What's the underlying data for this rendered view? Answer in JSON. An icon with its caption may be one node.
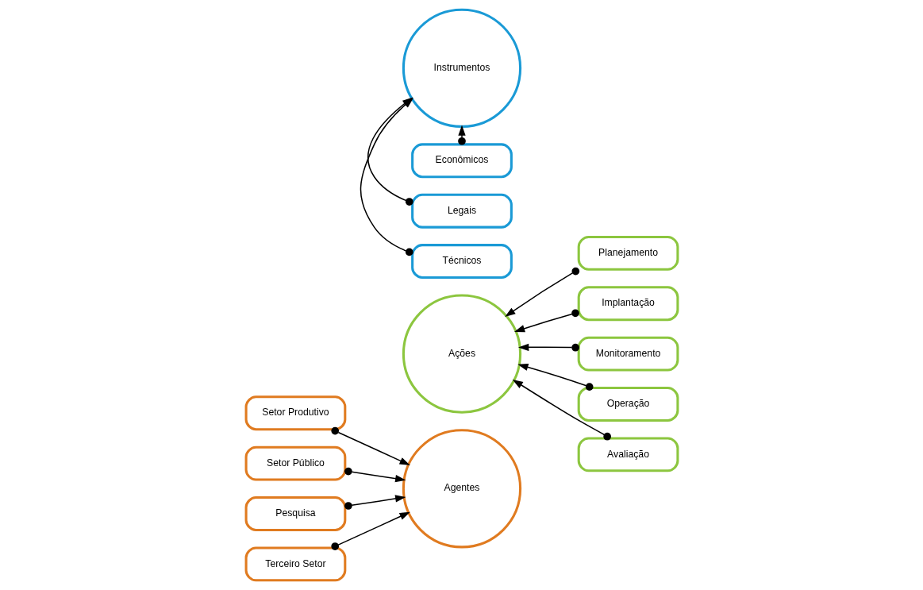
{
  "diagram": {
    "nodes": [
      {
        "text": [
          "Agentes"
        ]
      },
      {
        "text": [
          "Ações"
        ]
      },
      {
        "text": [
          "Instrumentos"
        ]
      },
      {
        "text": [
          "Setor Produtivo"
        ]
      },
      {
        "text": [
          "Setor Público"
        ]
      },
      {
        "text": [
          "Pesquisa"
        ]
      },
      {
        "text": [
          "Terceiro Setor"
        ]
      },
      {
        "text": [
          "Planejamento"
        ]
      },
      {
        "text": [
          "Implantação"
        ]
      },
      {
        "text": [
          "Monitoramento"
        ]
      },
      {
        "text": [
          "Operação"
        ]
      },
      {
        "text": [
          "Avaliação"
        ]
      },
      {
        "text": [
          "Econômicos"
        ]
      },
      {
        "text": [
          "Legais"
        ]
      },
      {
        "text": [
          "Técnicos"
        ]
      }
    ],
    "edges": [
      {
        "from": 3,
        "to": 0,
        "arrow": "to"
      },
      {
        "from": 4,
        "to": 0,
        "arrow": "to"
      },
      {
        "from": 5,
        "to": 0,
        "arrow": "to"
      },
      {
        "from": 6,
        "to": 0,
        "arrow": "to"
      },
      {
        "from": 7,
        "to": 1,
        "arrow": "to"
      },
      {
        "from": 8,
        "to": 1,
        "arrow": "to"
      },
      {
        "from": 9,
        "to": 1,
        "arrow": "to"
      },
      {
        "from": 10,
        "to": 1,
        "arrow": "to"
      },
      {
        "from": 11,
        "to": 1,
        "arrow": "to"
      },
      {
        "from": 12,
        "to": 2,
        "arrow": "to"
      },
      {
        "from": 13,
        "to": 2,
        "arrow": "to"
      },
      {
        "from": 14,
        "to": 2,
        "arrow": "to"
      }
    ]
  }
}
